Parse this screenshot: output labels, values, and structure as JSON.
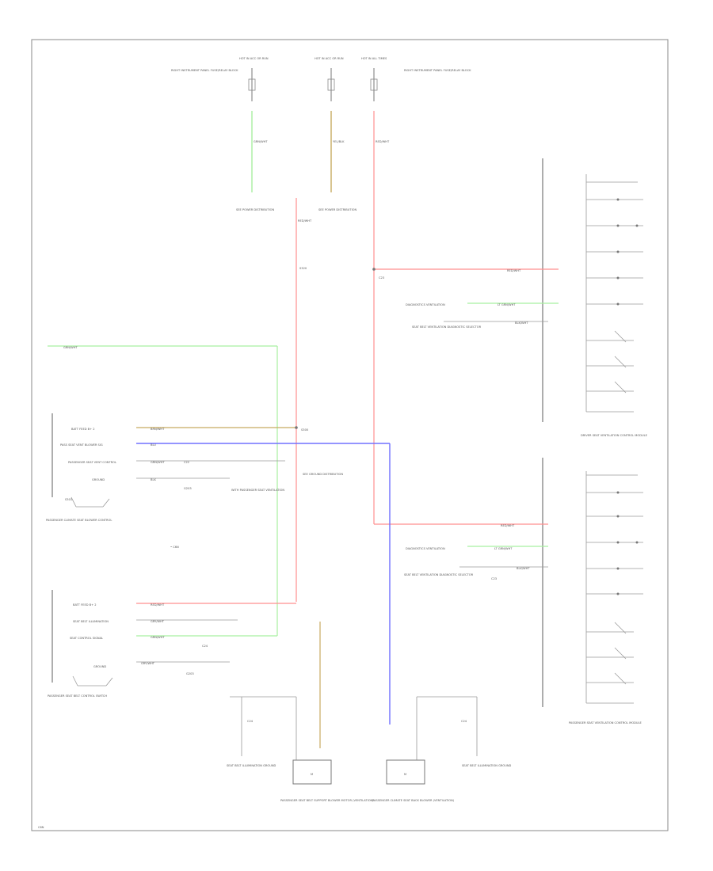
{
  "footer": {
    "code": "C6N"
  },
  "colors": {
    "red": "#ff8f8f",
    "green": "#a8f0a0",
    "blue": "#7070ff",
    "tan": "#c8aa60",
    "frame": "#8a8a8a",
    "control": "#777777"
  },
  "top": {
    "left_fuse_label": "RIGHT INSTRUMENT PANEL FUSE/RELAY BLOCK",
    "right_fuse_label": "RIGHT INSTRUMENT PANEL FUSE/RELAY BLOCK",
    "fuse1": "HOT IN ACC OR RUN",
    "fuse2": "HOT IN ACC OR RUN",
    "fuse3": "HOT IN ALL TIMES",
    "left_stub": "SEE POWER DISTRIBUTION",
    "mid_stub": "SEE POWER DISTRIBUTION",
    "wire1": "GRN/WHT",
    "wire2": "YEL/BLK",
    "wire3": "RED/WHT"
  },
  "driver_module": {
    "title": "DRIVER SEAT VENTILATION CONTROL MODULE",
    "remote_label": "DIAGNOSTICS VENTILATION",
    "sensor_label": "SEAT BELT VENTILATION DIAGNOSTIC SELECTOR",
    "feed_wire": "RED/WHT",
    "green_wire": "LT GRN/WHT",
    "black_wire": "BLK/WHT",
    "junction": "C23"
  },
  "passenger_module": {
    "title": "PASSENGER SEAT VENTILATION CONTROL MODULE",
    "remote_label": "DIAGNOSTICS VENTILATION",
    "sensor_label": "SEAT BELT VENTILATION DIAGNOSTIC SELECTOR",
    "feed_wire": "RED/WHT",
    "green_wire": "LT GRN/WHT",
    "black_wire": "BLK/WHT",
    "junction": "C23"
  },
  "left_block1": {
    "title": "PASSENGER CLIMATE SEAT BLOWER CONTROL",
    "pins": [
      "BATT FEED B+ 2",
      "PASS SEAT VENT BLOWER SIG",
      "PASSENGER SEAT VENT CONTROL",
      "GROUND"
    ],
    "wire_a": "BRN/WHT",
    "wire_b": "BLU",
    "wire_c": "GRN/WHT",
    "wire_d": "BLK",
    "connector": "C22",
    "cond_label": "WITH PASSENGER SEAT VENTILATION",
    "ground_label": "G203",
    "splice": "S301",
    "green_top": "GRN/WHT"
  },
  "left_block2": {
    "title": "PASSENGER SEAT BELT CONTROL SWITCH",
    "pins": [
      "BATT FEED B+ 2",
      "SEAT BELT ILLUMINATION",
      "SEAT CONTROL SIGNAL",
      "GROUND"
    ],
    "wire_a": "RED/WHT",
    "wire_b": "GRY/WHT",
    "wire_c": "GRN/WHT",
    "wire_d": "GRY/WHT",
    "connector": "C24",
    "ground_label": "G203"
  },
  "center": {
    "splice_label": "S300",
    "red_wire": "RED/WHT",
    "splice_mid": "S320",
    "note": "SEE GROUND DISTRIBUTION"
  },
  "bottom": {
    "left_ground": "SEAT BELT ILLUMINATION GROUND",
    "left_conn": "C24",
    "right_ground": "SEAT BELT ILLUMINATION GROUND",
    "right_conn": "C24",
    "motor_left_label": "PASSENGER SEAT BELT SUPPORT BLOWER MOTOR (VENTILATION)",
    "motor_right_label": "PASSENGER CLIMATE SEAT BACK BLOWER (VENTILATION)",
    "motor_symbol": "M"
  }
}
